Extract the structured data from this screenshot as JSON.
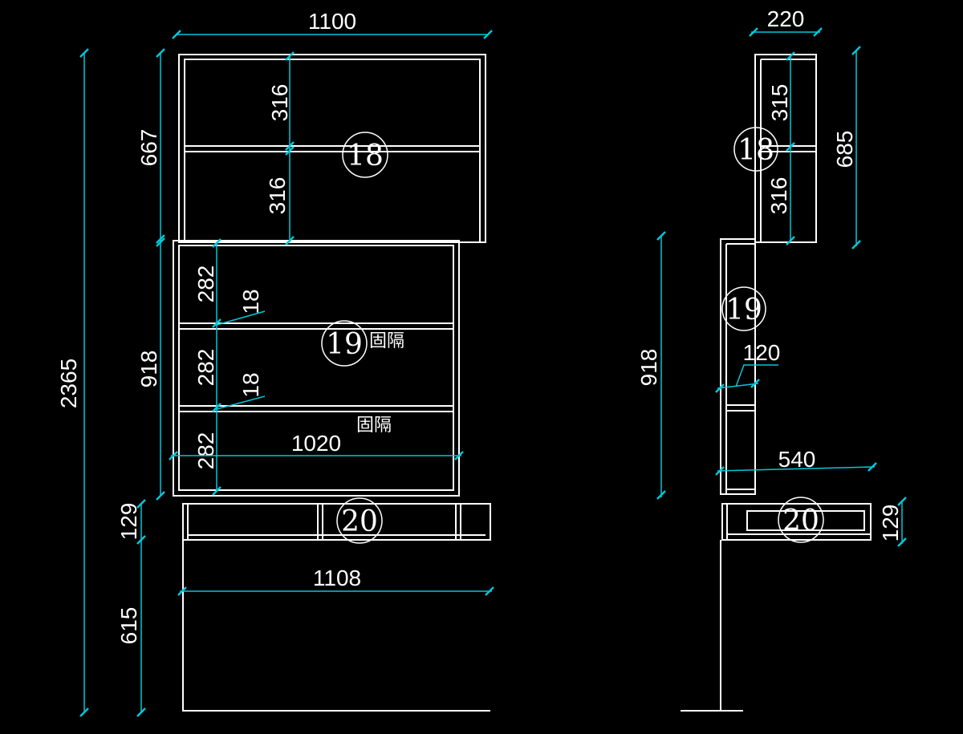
{
  "front_view": {
    "dims": {
      "total_width": "1100",
      "total_height": "2365",
      "upper_height": "667",
      "middle_height": "918",
      "drawer_height": "129",
      "base_height": "615",
      "upper_spacing_top": "316",
      "upper_spacing_bottom": "316",
      "middle_spacing_1": "282",
      "middle_spacing_2": "282",
      "middle_spacing_3": "282",
      "shelf_thickness_1": "18",
      "shelf_thickness_2": "18",
      "inner_width": "1020",
      "base_width": "1108"
    },
    "callouts": {
      "upper": "18",
      "middle": "19",
      "drawer": "20"
    },
    "notes": {
      "fixed_shelf_1": "固隔",
      "fixed_shelf_2": "固隔"
    }
  },
  "side_view": {
    "dims": {
      "upper_depth": "220",
      "upper_height": "685",
      "upper_spacing_top": "315",
      "upper_spacing_bottom": "316",
      "middle_height": "918",
      "shelf_depth": "120",
      "desk_depth": "540",
      "drawer_height": "129"
    },
    "callouts": {
      "upper": "18",
      "middle": "19",
      "drawer": "20"
    }
  },
  "colors": {
    "background": "#000000",
    "outline": "#ffffff",
    "dimension": "#00c8d8"
  }
}
